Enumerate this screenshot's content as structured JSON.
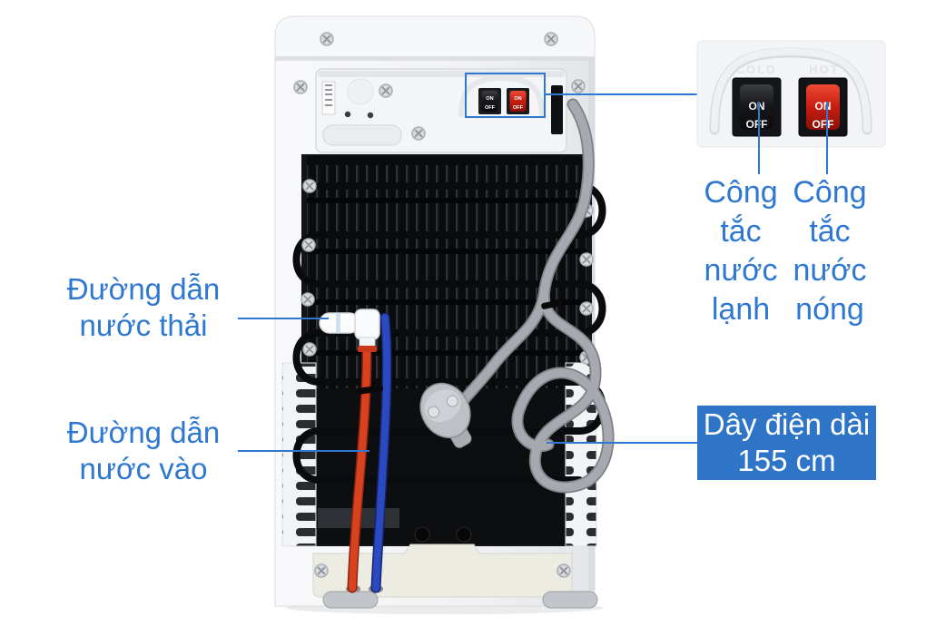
{
  "figure": {
    "subject": "water-dispenser-back-view",
    "colors": {
      "accent": "#2e78d2",
      "cord_box_bg": "#2e74c7",
      "cold_switch": "#141518",
      "hot_switch": "#cf2a1c",
      "tube_red": "#d8421f",
      "tube_blue": "#2b49c0",
      "cord_gray": "#a6aab0"
    }
  },
  "annotations": {
    "drain_label": {
      "line1": "Đường dẫn",
      "line2": "nước thải"
    },
    "inlet_label": {
      "line1": "Đường dẫn",
      "line2": "nước vào"
    },
    "cold_label": {
      "line1": "Công",
      "line2": "tắc",
      "line3": "nước",
      "line4": "lạnh"
    },
    "hot_label": {
      "line1": "Công",
      "line2": "tắc",
      "line3": "nước",
      "line4": "nóng"
    },
    "cord_label": {
      "line1": "Dây điện dài",
      "line2": "155 cm"
    }
  },
  "inset_panel": {
    "cold_emboss": "COLD",
    "hot_emboss": "HOT",
    "cold_switch": {
      "on": "ON",
      "off": "OFF"
    },
    "hot_switch": {
      "on": "ON",
      "off": "OFF"
    }
  },
  "machine": {
    "cold_switch": {
      "on": "ON",
      "off": "OFF"
    },
    "hot_switch": {
      "on": "ON",
      "off": "OFF"
    }
  }
}
